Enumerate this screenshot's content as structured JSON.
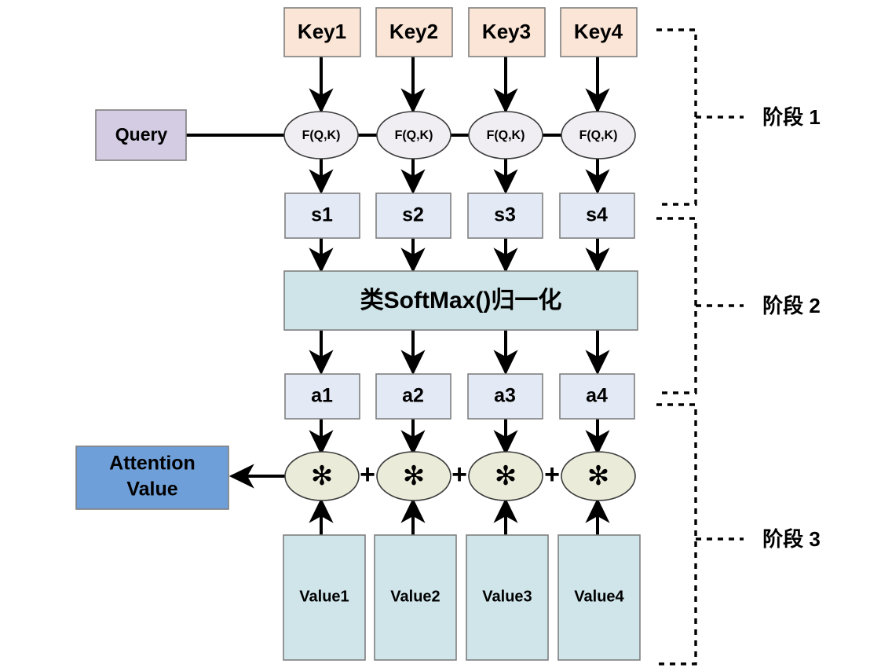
{
  "diagram": {
    "title": "Attention Mechanism Three-Stage Computation",
    "colors": {
      "key_fill": "#fbe5d6",
      "query_fill": "#d3cce3",
      "fqk_fill": "#f0eef2",
      "score_fill": "#e4eaf5",
      "softmax_fill": "#cfe4e8",
      "weight_fill": "#e4eaf5",
      "multiply_fill": "#eaecd9",
      "value_fill": "#cfe5ea",
      "attention_fill": "#6f9fd8",
      "stroke": "#7f7f7f",
      "line": "#000000"
    },
    "keys": [
      {
        "label": "Key1"
      },
      {
        "label": "Key2"
      },
      {
        "label": "Key3"
      },
      {
        "label": "Key4"
      }
    ],
    "query": {
      "label": "Query"
    },
    "similarity_nodes": [
      {
        "label": "F(Q,K)"
      },
      {
        "label": "F(Q,K)"
      },
      {
        "label": "F(Q,K)"
      },
      {
        "label": "F(Q,K)"
      }
    ],
    "scores": [
      {
        "label": "s1"
      },
      {
        "label": "s2"
      },
      {
        "label": "s3"
      },
      {
        "label": "s4"
      }
    ],
    "softmax": {
      "label": "类SoftMax()归一化"
    },
    "weights": [
      {
        "label": "a1"
      },
      {
        "label": "a2"
      },
      {
        "label": "a3"
      },
      {
        "label": "a4"
      }
    ],
    "multiply_nodes": [
      {
        "label": "✻"
      },
      {
        "label": "✻"
      },
      {
        "label": "✻"
      },
      {
        "label": "✻"
      }
    ],
    "plus_signs": [
      {
        "label": "+"
      },
      {
        "label": "+"
      },
      {
        "label": "+"
      }
    ],
    "values": [
      {
        "label": "Value1"
      },
      {
        "label": "Value2"
      },
      {
        "label": "Value3"
      },
      {
        "label": "Value4"
      }
    ],
    "attention_value": {
      "line1": "Attention",
      "line2": "Value"
    },
    "stages": [
      {
        "label": "阶段 1"
      },
      {
        "label": "阶段 2"
      },
      {
        "label": "阶段 3"
      }
    ]
  }
}
